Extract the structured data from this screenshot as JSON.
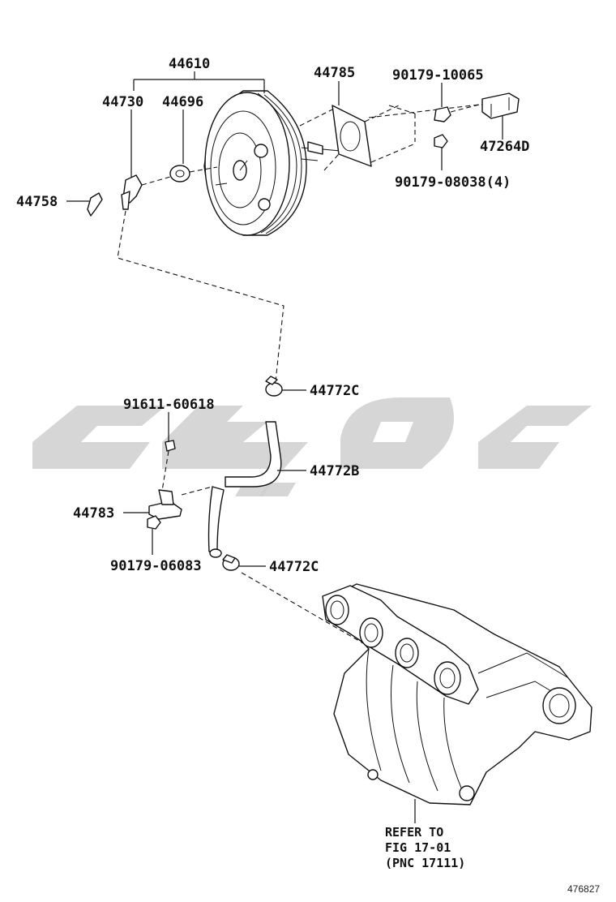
{
  "labels": {
    "p44610": "44610",
    "p44730": "44730",
    "p44696": "44696",
    "p44785": "44785",
    "p90179_10065": "90179-10065",
    "p47264D": "47264D",
    "p90179_08038": "90179-08038(4)",
    "p44758": "44758",
    "p44772C_top": "44772C",
    "p91611_60618": "91611-60618",
    "p44772B": "44772B",
    "p44783": "44783",
    "p90179_06083": "90179-06083",
    "p44772C_bottom": "44772C"
  },
  "note": {
    "line1": "REFER TO",
    "line2": "FIG 17-01",
    "line3": "(PNC 17111)"
  },
  "figure_id": "476827",
  "colors": {
    "line": "#111111",
    "watermark": "#cfcfcf",
    "background": "#ffffff"
  }
}
